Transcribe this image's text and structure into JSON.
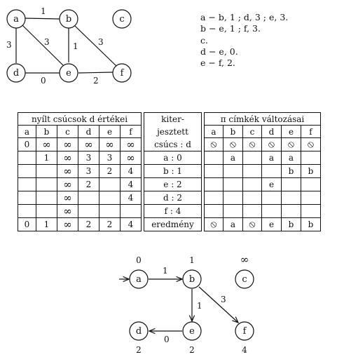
{
  "graph": {
    "nodes": [
      {
        "id": "a",
        "label": "a"
      },
      {
        "id": "b",
        "label": "b"
      },
      {
        "id": "c",
        "label": "c"
      },
      {
        "id": "d",
        "label": "d"
      },
      {
        "id": "e",
        "label": "e"
      },
      {
        "id": "f",
        "label": "f"
      }
    ],
    "edges": [
      {
        "from": "a",
        "to": "b",
        "w": "1"
      },
      {
        "from": "a",
        "to": "d",
        "w": "3"
      },
      {
        "from": "a",
        "to": "e",
        "w": "3"
      },
      {
        "from": "b",
        "to": "e",
        "w": "1"
      },
      {
        "from": "b",
        "to": "f",
        "w": "3"
      },
      {
        "from": "d",
        "to": "e",
        "w": "0"
      },
      {
        "from": "e",
        "to": "f",
        "w": "2"
      }
    ]
  },
  "adjacency": [
    "a − b, 1 ; d, 3 ; e, 3.",
    "b − e, 1 ; f, 3.",
    "c.",
    "d − e, 0.",
    "e − f, 2."
  ],
  "table": {
    "header_left": "nyílt csúcsok d értékei",
    "header_mid_lines": [
      "kiter-",
      "jesztett",
      "csúcs : d"
    ],
    "header_right": "π címkék változásai",
    "columns": [
      "a",
      "b",
      "c",
      "d",
      "e",
      "f"
    ],
    "rows": [
      {
        "left": [
          "0",
          "∞",
          "∞",
          "∞",
          "∞",
          "∞"
        ],
        "mid": "",
        "right": [
          "⦸",
          "⦸",
          "⦸",
          "⦸",
          "⦸",
          "⦸"
        ]
      },
      {
        "left": [
          "",
          "1",
          "∞",
          "3",
          "3",
          "∞"
        ],
        "mid": "a : 0",
        "right": [
          "",
          "a",
          "",
          "a",
          "a",
          ""
        ]
      },
      {
        "left": [
          "",
          "",
          "∞",
          "3",
          "2",
          "4"
        ],
        "mid": "b : 1",
        "right": [
          "",
          "",
          "",
          "",
          "b",
          "b"
        ]
      },
      {
        "left": [
          "",
          "",
          "∞",
          "2",
          "",
          "4"
        ],
        "mid": "e : 2",
        "right": [
          "",
          "",
          "",
          "e",
          "",
          ""
        ]
      },
      {
        "left": [
          "",
          "",
          "∞",
          "",
          "",
          "4"
        ],
        "mid": "d : 2",
        "right": [
          "",
          "",
          "",
          "",
          "",
          ""
        ]
      },
      {
        "left": [
          "",
          "",
          "∞",
          "",
          "",
          ""
        ],
        "mid": "f : 4",
        "right": [
          "",
          "",
          "",
          "",
          "",
          ""
        ]
      },
      {
        "left": [
          "0",
          "1",
          "∞",
          "2",
          "2",
          "4"
        ],
        "mid": "eredmény",
        "right": [
          "⦸",
          "a",
          "⦸",
          "e",
          "b",
          "b"
        ]
      }
    ]
  },
  "tree": {
    "nodes": [
      {
        "id": "a",
        "label": "a",
        "dist": "0"
      },
      {
        "id": "b",
        "label": "b",
        "dist": "1"
      },
      {
        "id": "c",
        "label": "c",
        "dist": "∞"
      },
      {
        "id": "d",
        "label": "d",
        "dist": "2"
      },
      {
        "id": "e",
        "label": "e",
        "dist": "2"
      },
      {
        "id": "f",
        "label": "f",
        "dist": "4"
      }
    ],
    "edges": [
      {
        "from": "a",
        "to": "b",
        "w": "1"
      },
      {
        "from": "b",
        "to": "e",
        "w": "1"
      },
      {
        "from": "b",
        "to": "f",
        "w": "3"
      },
      {
        "from": "e",
        "to": "d",
        "w": "0"
      }
    ]
  }
}
